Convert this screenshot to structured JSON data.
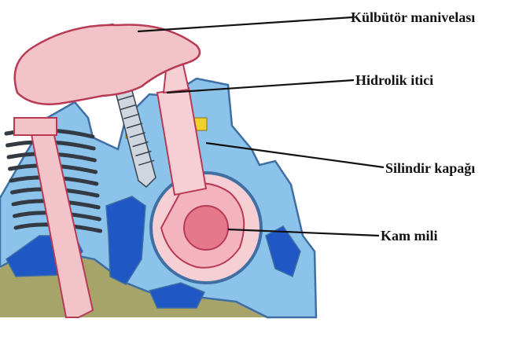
{
  "labels": {
    "rocker_arm": "Külbütör manivelası",
    "hydraulic_lifter": "Hidrolik itici",
    "cylinder_head": "Silindir kapağı",
    "camshaft": "Kam mili"
  },
  "colors": {
    "head_blue": "#8cc3eb",
    "head_outline": "#3f6fa3",
    "dark_blue": "#1f57c5",
    "olive": "#a7a46a",
    "part_pink": "#f2c4c9",
    "part_outline": "#b83a55",
    "cam_red": "#e6788c",
    "cam_light": "#f3b3bf",
    "lifter_pink": "#f6cfd4",
    "bolt_grey": "#cfd6de",
    "yellow": "#f0d02a",
    "leader": "#111111"
  },
  "icons": {
    "rocker_arm": "rocker-arm-shape",
    "bolt": "adjuster-bolt-shape",
    "lifter": "hydraulic-lifter-shape",
    "camshaft": "camshaft-lobe-shape",
    "valve": "valve-stem-shape",
    "spring": "valve-spring-shape"
  }
}
